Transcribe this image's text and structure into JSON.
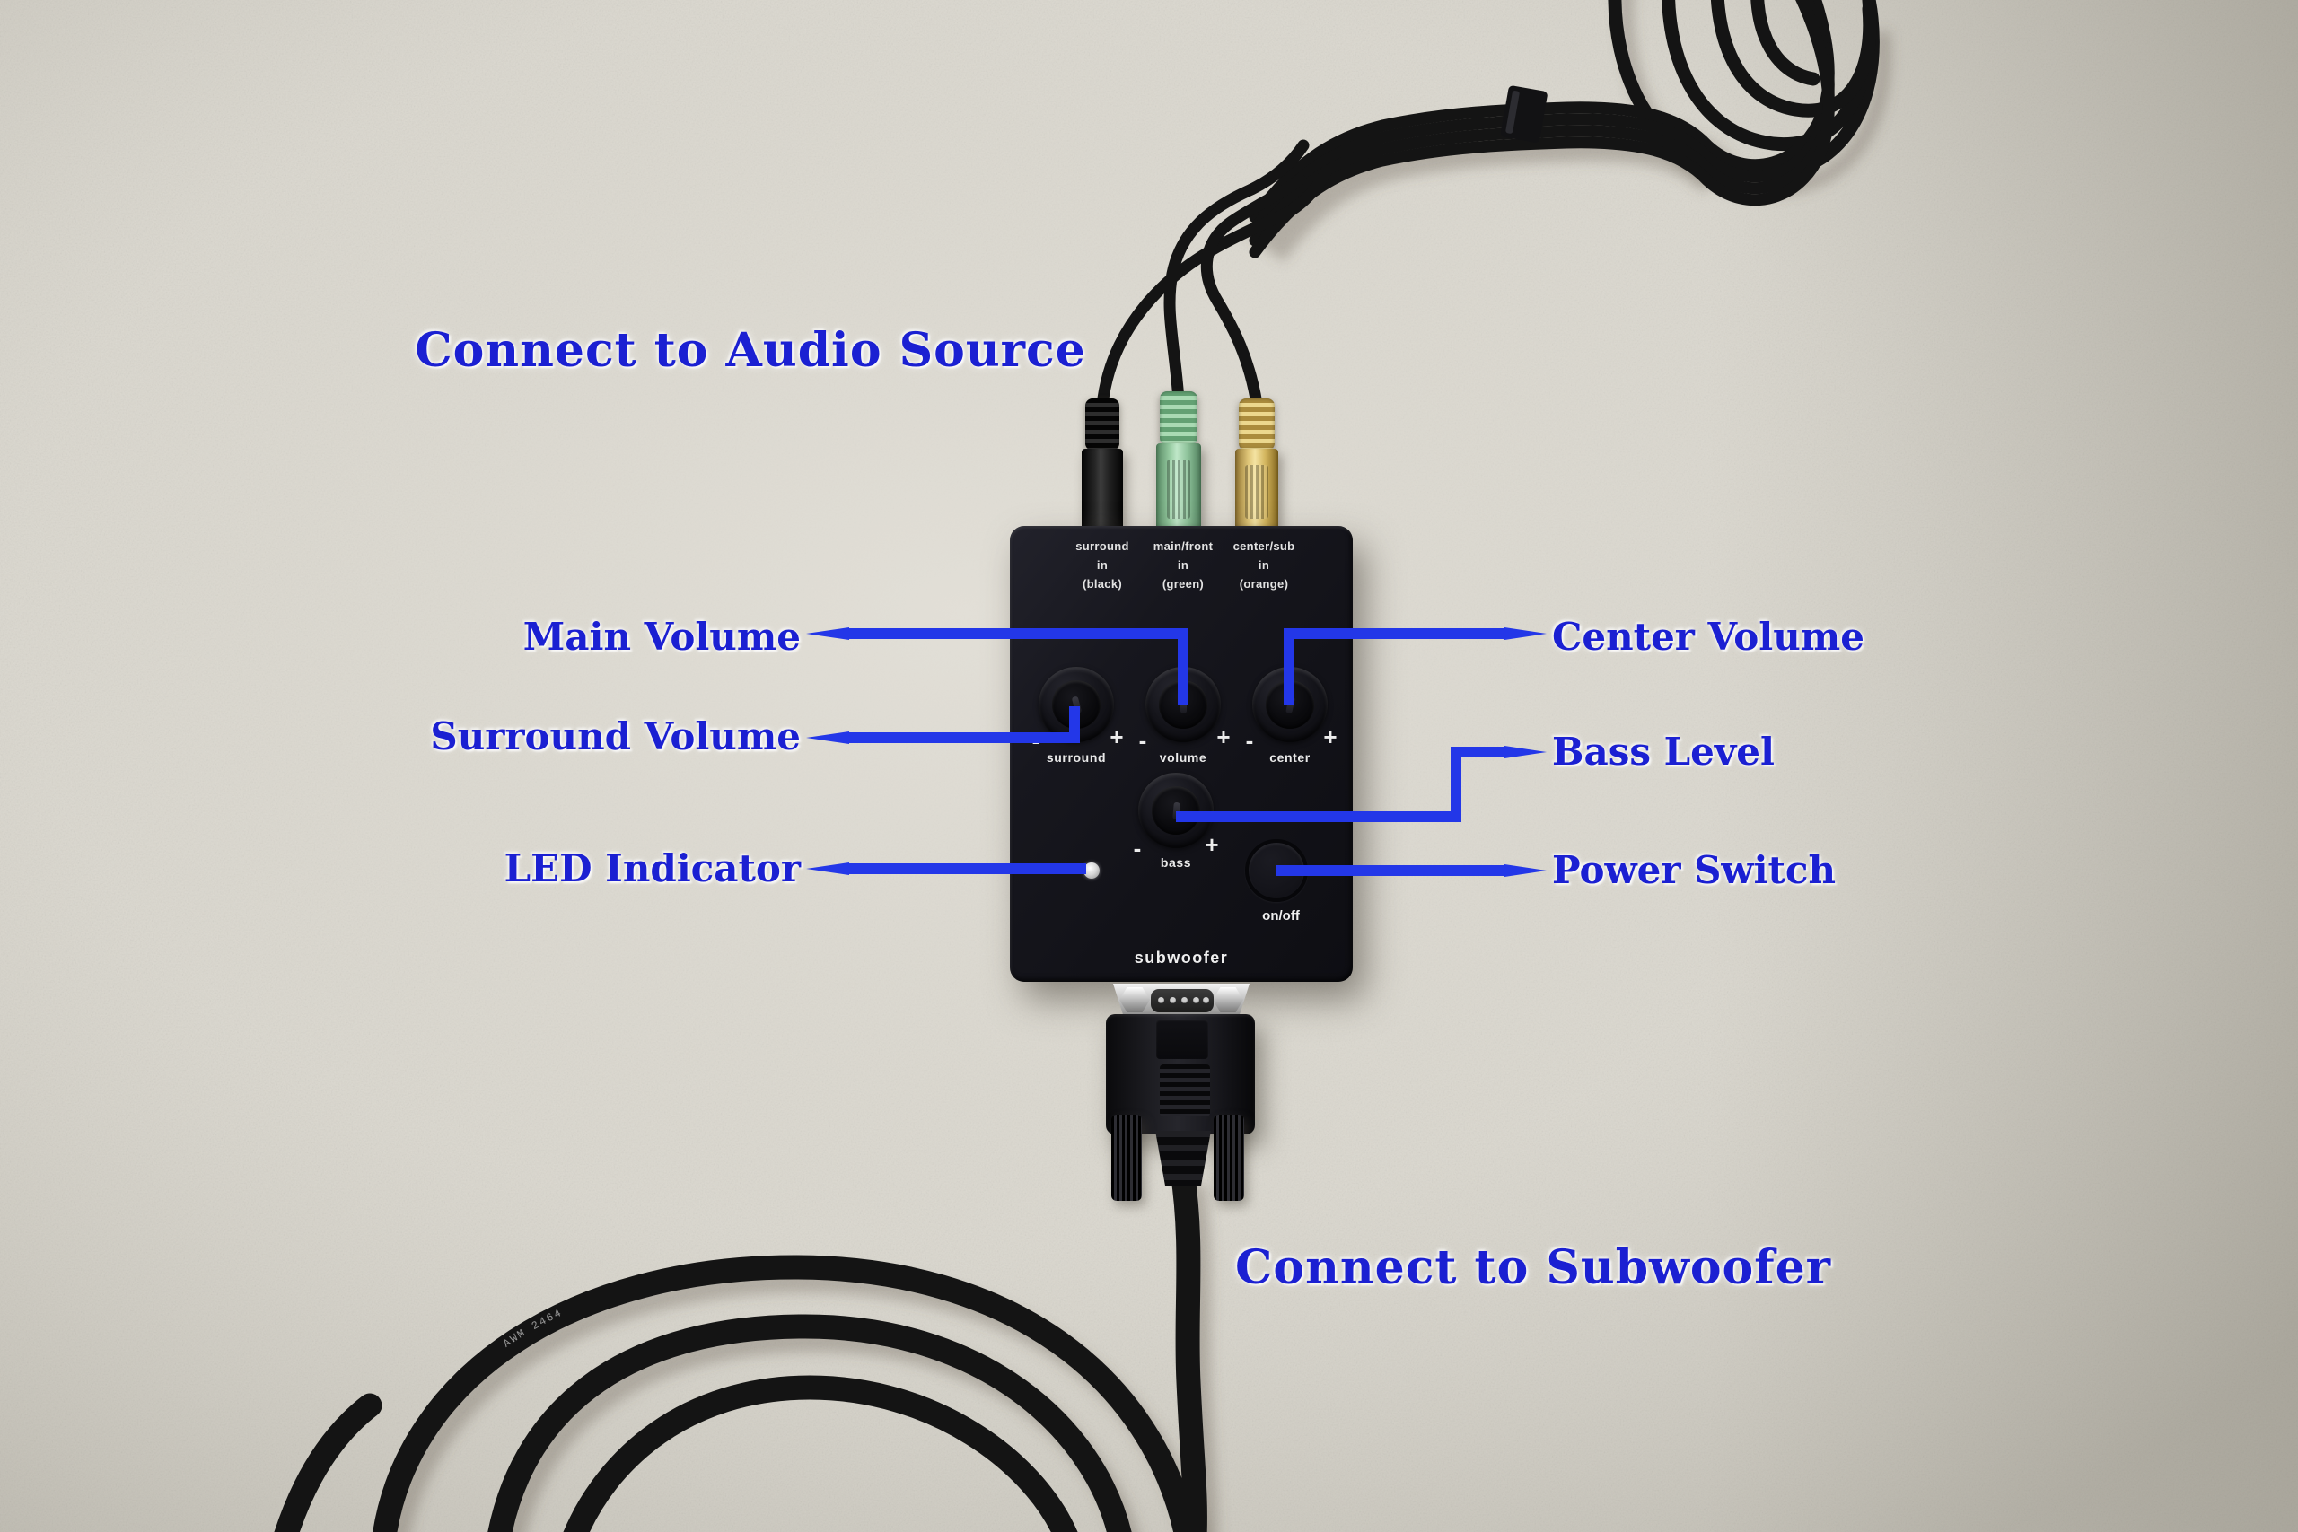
{
  "image_type": "annotated product photo of a subwoofer volume control pod on gray felt carpet",
  "colors": {
    "accent_text": "#1b20d2",
    "accent_line": "#2337e8",
    "felt": "#d8d5cc",
    "device_body": "#16161c",
    "plug_green": "#96cba1",
    "plug_yellow": "#dfc577",
    "plug_black": "#1a1a1a",
    "led": "#d9d9d9"
  },
  "annotations": {
    "audio_source_heading": "Connect to Audio Source",
    "subwoofer_heading": "Connect to Subwoofer",
    "callouts": [
      {
        "id": "main-volume",
        "label": "Main Volume",
        "side": "left",
        "points_to": "volume knob"
      },
      {
        "id": "surround-volume",
        "label": "Surround Volume",
        "side": "left",
        "points_to": "surround knob"
      },
      {
        "id": "led-indicator",
        "label": "LED Indicator",
        "side": "left",
        "points_to": "LED light"
      },
      {
        "id": "center-volume",
        "label": "Center Volume",
        "side": "right",
        "points_to": "center knob"
      },
      {
        "id": "bass-level",
        "label": "Bass Level",
        "side": "right",
        "points_to": "bass knob"
      },
      {
        "id": "power-switch",
        "label": "Power Switch",
        "side": "right",
        "points_to": "on/off button"
      }
    ]
  },
  "device": {
    "name_label": "subwoofer",
    "power_label": "on/off",
    "minus": "-",
    "plus": "+",
    "jacks": [
      {
        "line1": "surround",
        "line2": "in",
        "line3": "(black)"
      },
      {
        "line1": "main/front",
        "line2": "in",
        "line3": "(green)"
      },
      {
        "line1": "center/sub",
        "line2": "in",
        "line3": "(orange)"
      }
    ],
    "knobs": [
      {
        "label": "surround"
      },
      {
        "label": "volume"
      },
      {
        "label": "center"
      },
      {
        "label": "bass"
      }
    ],
    "cable_print": "AWM 2464"
  }
}
